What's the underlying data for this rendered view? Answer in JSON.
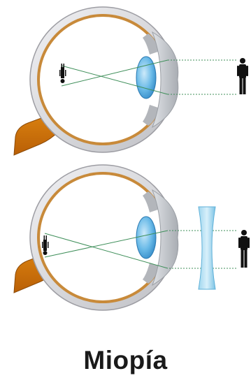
{
  "caption": "Miopía",
  "panels": [
    {
      "label": "",
      "corrective_lens": "none"
    },
    {
      "label": "",
      "corrective_lens": "concave"
    }
  ],
  "colors": {
    "sclera": "#d7d7d9",
    "sclera_edge": "#9d9da3",
    "retina": "#c88a3a",
    "interior": "#ffffff",
    "optic_nerve": "#c96b0b",
    "optic_nerve_edge": "#8b4a08",
    "eye_lens": "#5aaee0",
    "cornea": "#c3c7cc",
    "light_ray": "#3f8f5a",
    "concave_lens": "#8ccbe8",
    "silhouette": "#111111"
  }
}
